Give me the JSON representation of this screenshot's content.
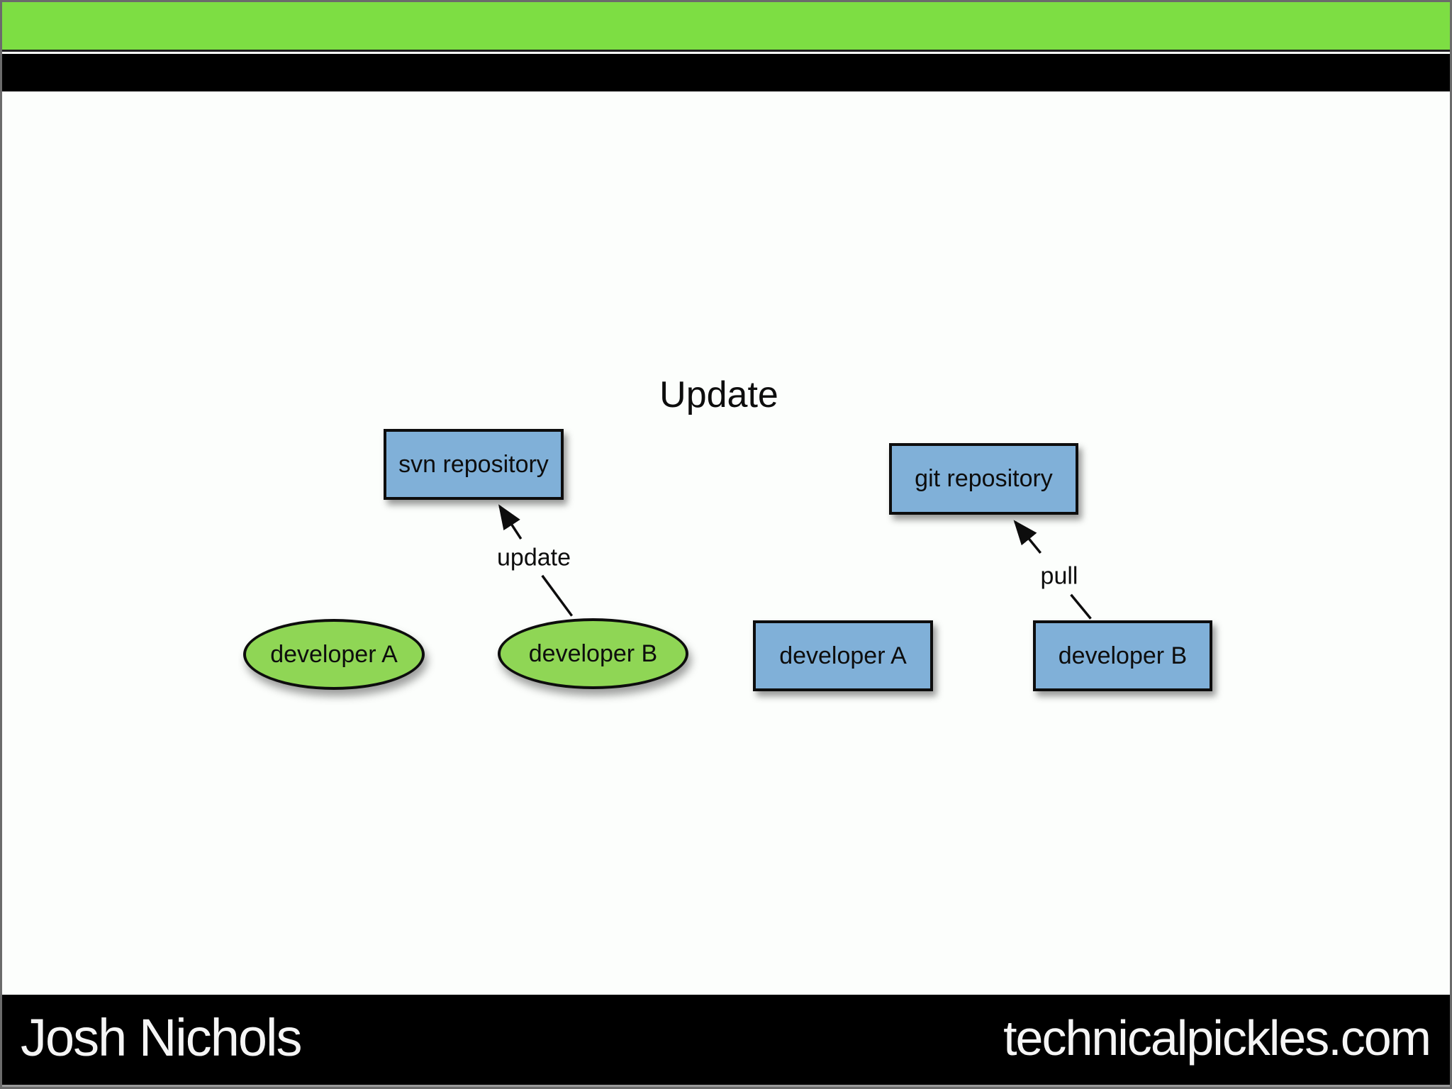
{
  "slide": {
    "title": "Update",
    "colors": {
      "header-green": "#7dde43",
      "bar-black": "#000000",
      "background": "#fcfefc",
      "node-blue": "#80b0d8",
      "node-green": "#8fd655",
      "node-border": "#0d0d0d",
      "text": "#0d0d0d",
      "footer-text": "#f5f5f5"
    },
    "diagram": {
      "svn": {
        "repository_label": "svn repository",
        "developer_a_label": "developer A",
        "developer_b_label": "developer B",
        "edge_label": "update"
      },
      "git": {
        "repository_label": "git repository",
        "developer_a_label": "developer A",
        "developer_b_label": "developer B",
        "edge_label": "pull"
      }
    },
    "footer": {
      "author": "Josh Nichols",
      "website": "technicalpickles.com"
    }
  }
}
